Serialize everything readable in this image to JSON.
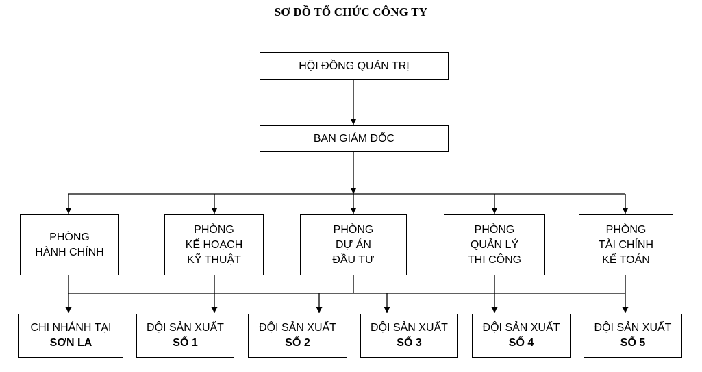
{
  "title": "SƠ ĐỒ TỔ CHỨC CÔNG TY",
  "board": "HỘI ĐỒNG QUẢN TRỊ",
  "directors": "BAN GIÁM ĐỐC",
  "departments": [
    {
      "line1": "PHÒNG",
      "line2": "HÀNH CHÍNH",
      "line3": ""
    },
    {
      "line1": "PHÒNG",
      "line2": "KẾ HOẠCH",
      "line3": "KỸ THUẬT"
    },
    {
      "line1": "PHÒNG",
      "line2": "DỰ ÁN",
      "line3": "ĐẦU TƯ"
    },
    {
      "line1": "PHÒNG",
      "line2": "QUẢN LÝ",
      "line3": "THI CÔNG"
    },
    {
      "line1": "PHÒNG",
      "line2": "TÀI CHÍNH",
      "line3": "KẾ TOÁN"
    }
  ],
  "units": [
    {
      "line1": "CHI NHÁNH TẠI",
      "line2": "SƠN LA"
    },
    {
      "line1": "ĐỘI SẢN XUẤT",
      "line2": "SỐ 1"
    },
    {
      "line1": "ĐỘI SẢN XUẤT",
      "line2": "SỐ 2"
    },
    {
      "line1": "ĐỘI SẢN XUẤT",
      "line2": "SỐ 3"
    },
    {
      "line1": "ĐỘI SẢN XUẤT",
      "line2": "SỐ 4"
    },
    {
      "line1": "ĐỘI SẢN XUẤT",
      "line2": "SỐ 5"
    }
  ]
}
